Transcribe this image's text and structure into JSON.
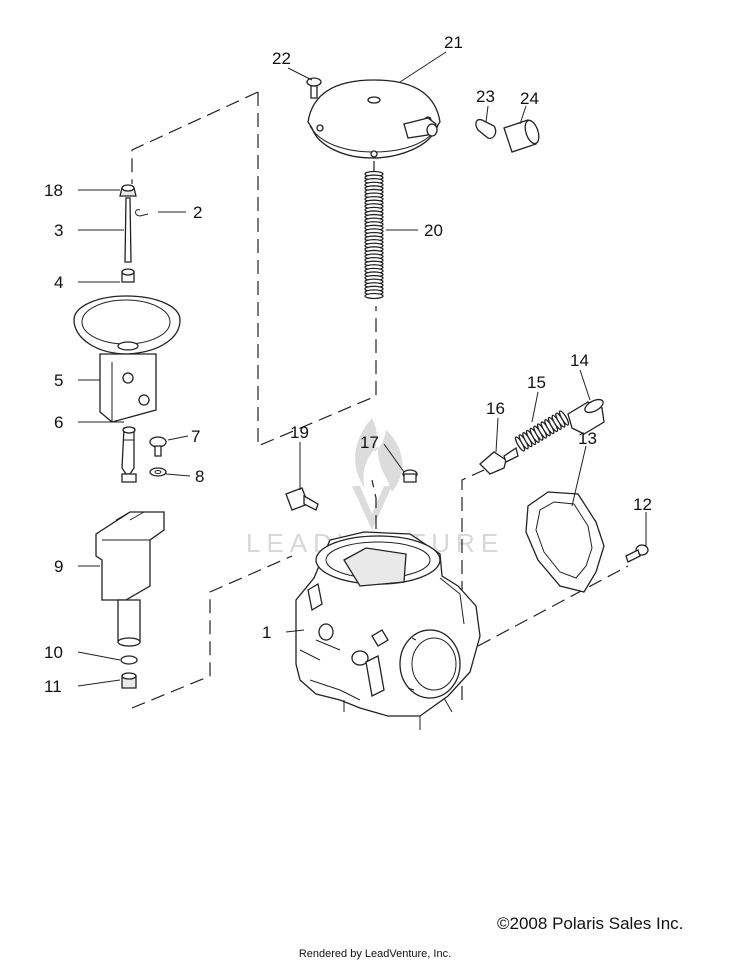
{
  "watermark": {
    "text": "LEADVENTURE"
  },
  "callouts": [
    {
      "id": "1",
      "label": "1"
    },
    {
      "id": "2",
      "label": "2"
    },
    {
      "id": "3",
      "label": "3"
    },
    {
      "id": "4",
      "label": "4"
    },
    {
      "id": "5",
      "label": "5"
    },
    {
      "id": "6",
      "label": "6"
    },
    {
      "id": "7",
      "label": "7"
    },
    {
      "id": "8",
      "label": "8"
    },
    {
      "id": "9",
      "label": "9"
    },
    {
      "id": "10",
      "label": "10"
    },
    {
      "id": "11",
      "label": "11"
    },
    {
      "id": "12",
      "label": "12"
    },
    {
      "id": "13",
      "label": "13"
    },
    {
      "id": "14",
      "label": "14"
    },
    {
      "id": "15",
      "label": "15"
    },
    {
      "id": "16",
      "label": "16"
    },
    {
      "id": "17",
      "label": "17"
    },
    {
      "id": "18",
      "label": "18"
    },
    {
      "id": "19",
      "label": "19"
    },
    {
      "id": "20",
      "label": "20"
    },
    {
      "id": "21",
      "label": "21"
    },
    {
      "id": "22",
      "label": "22"
    },
    {
      "id": "23",
      "label": "23"
    },
    {
      "id": "24",
      "label": "24"
    }
  ],
  "footer": {
    "copyright": "©2008 Polaris Sales Inc.",
    "rendered_by": "Rendered by LeadVenture, Inc."
  }
}
